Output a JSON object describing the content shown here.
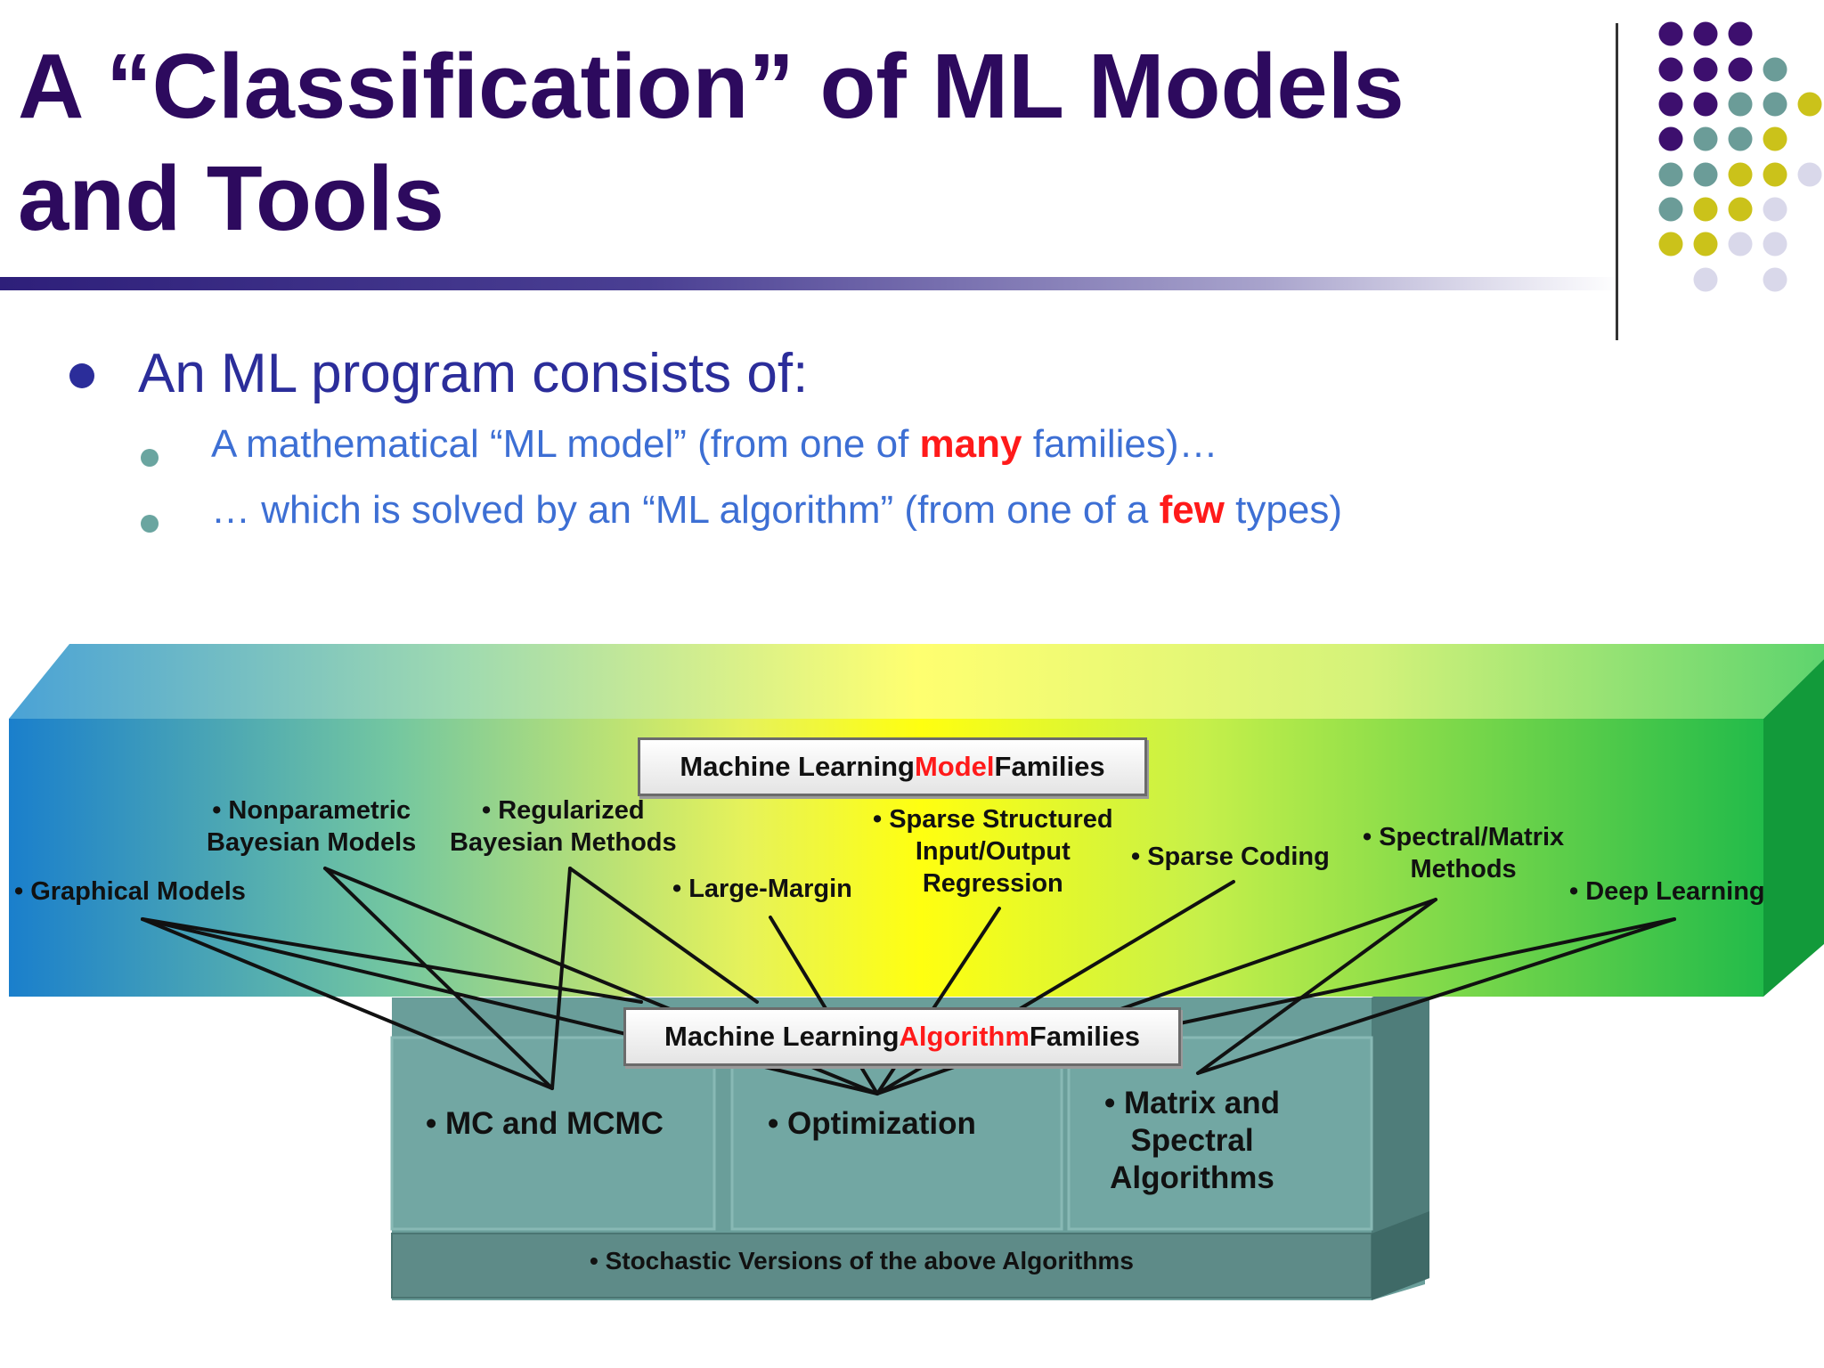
{
  "slide": {
    "title": "A “Classification” of ML Models and Tools",
    "bullet": "An ML program consists of:",
    "sub1": {
      "pre": "A mathematical “ML model” (from one of ",
      "hl": "many",
      "post": " families)…"
    },
    "sub2": {
      "pre": "… which is solved by an “ML algorithm” (from one of a ",
      "hl": "few",
      "post": " types)"
    }
  },
  "colors": {
    "title": "#2d0a5e",
    "bullet": "#2b2d9a",
    "sub_text": "#3d6fd4",
    "highlight": "#ff1a1a",
    "dot_purple": "#3d0f6e",
    "dot_teal": "#6b9c98",
    "dot_yellow": "#cbc21a",
    "dot_lavender": "#d9d8ea"
  },
  "diagram": {
    "model_box": {
      "pre": "Machine Learning ",
      "hl": "Model",
      "post": " Families"
    },
    "algo_box": {
      "pre": "Machine Learning ",
      "hl": "Algorithm",
      "post": " Families"
    },
    "models": {
      "graphical": "• Graphical Models",
      "nonparam_1": "• Nonparametric",
      "nonparam_2": "Bayesian Models",
      "regularized_1": "• Regularized",
      "regularized_2": "Bayesian Methods",
      "large_margin": "• Large-Margin",
      "sparse_io_1": "• Sparse Structured",
      "sparse_io_2": "Input/Output",
      "sparse_io_3": "Regression",
      "sparse_coding": "• Sparse Coding",
      "spectral_1": "• Spectral/Matrix",
      "spectral_2": "Methods",
      "deep": "• Deep Learning"
    },
    "algorithms": {
      "mcmc": "• MC and MCMC",
      "optimization": "• Optimization",
      "matrix_1": "• Matrix and",
      "matrix_2": "Spectral",
      "matrix_3": "Algorithms",
      "stochastic": "• Stochastic Versions of the above Algorithms"
    }
  }
}
